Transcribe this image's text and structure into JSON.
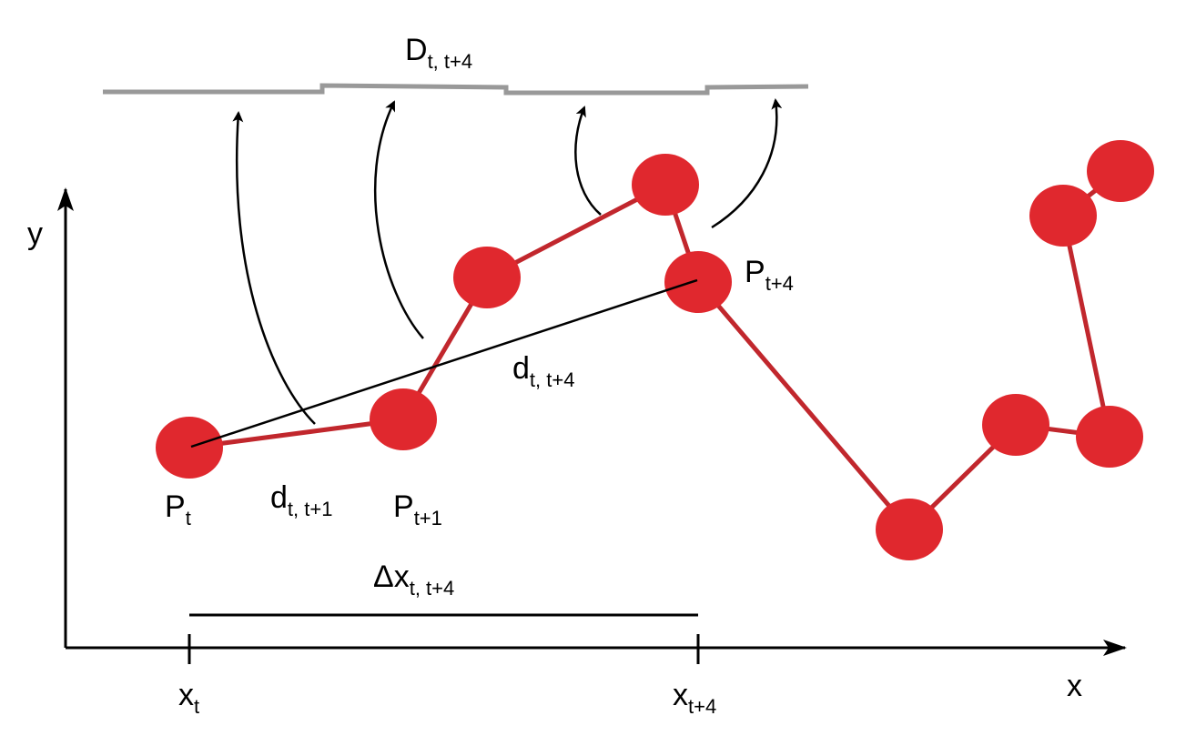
{
  "colors": {
    "background": "#ffffff",
    "trajectory": "#c1272d",
    "node": "#e0282e",
    "axis": "#000000",
    "displacement_path": "#999999"
  },
  "axes": {
    "x_label": "x",
    "y_label": "y"
  },
  "labels": {
    "cumulative_distance": {
      "main": "D",
      "sub": "t, t+4"
    },
    "step_distance": {
      "main": "d",
      "sub": "t, t+1"
    },
    "net_distance": {
      "main": "d",
      "sub": "t, t+4"
    },
    "delta_x": {
      "main": "Δx",
      "sub": "t, t+4"
    },
    "point_t": {
      "main": "P",
      "sub": "t"
    },
    "point_t1": {
      "main": "P",
      "sub": "t+1"
    },
    "point_t4": {
      "main": "P",
      "sub": "t+4"
    },
    "x_t": {
      "main": "x",
      "sub": "t"
    },
    "x_t4": {
      "main": "x",
      "sub": "t+4"
    }
  }
}
